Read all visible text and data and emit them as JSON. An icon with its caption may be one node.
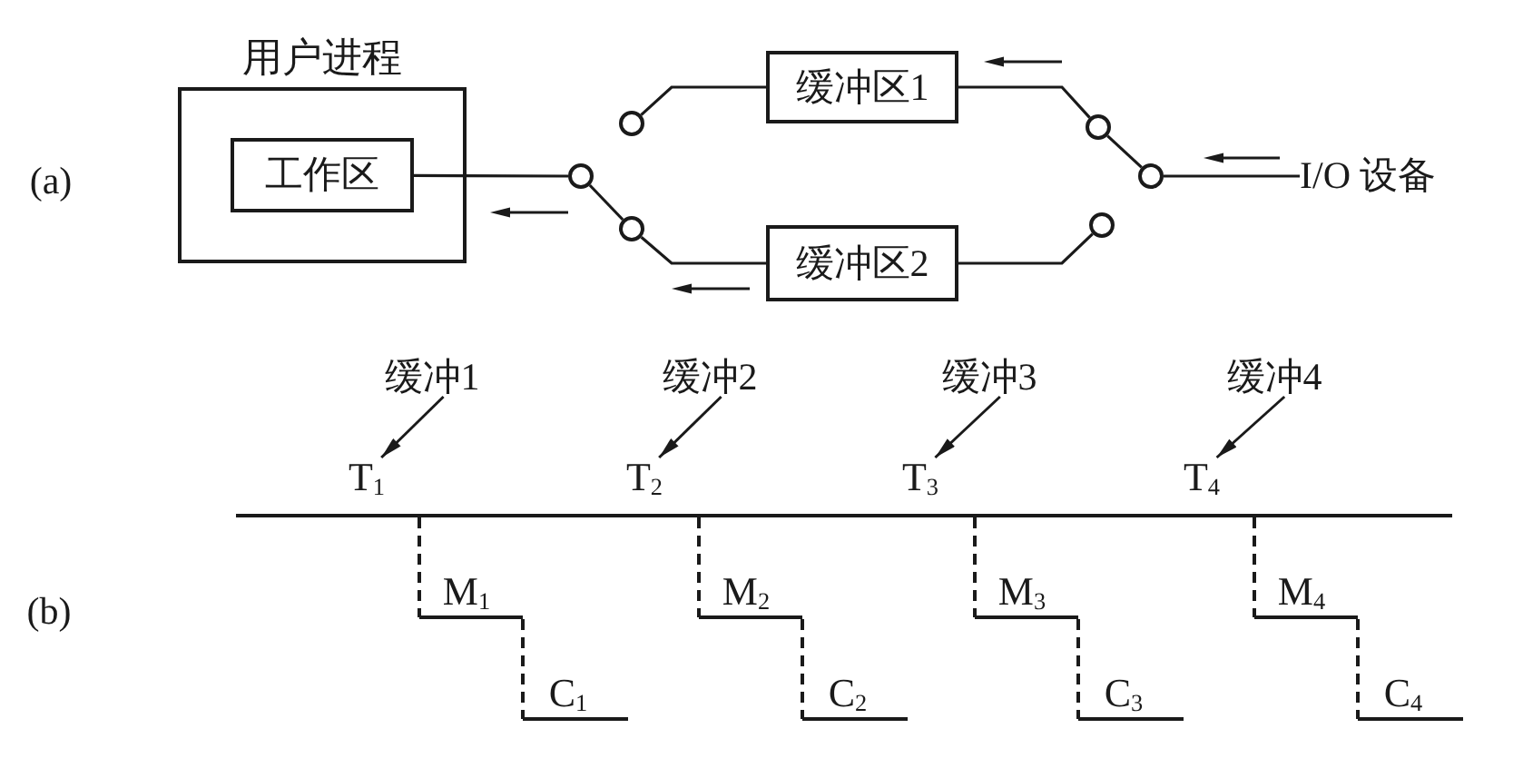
{
  "diagram": {
    "nodes": [
      {
        "text": [
          "用户进程"
        ]
      },
      {
        "text": [
          "工作区"
        ],
        "in": 0
      },
      {
        "text": [],
        "shape": "circle"
      },
      {
        "text": [],
        "shape": "circle"
      },
      {
        "text": [],
        "shape": "circle"
      },
      {
        "text": [
          "缓冲区1"
        ]
      },
      {
        "text": [
          "缓冲区2"
        ]
      },
      {
        "text": [],
        "shape": "circle"
      },
      {
        "text": [],
        "shape": "circle"
      },
      {
        "text": [],
        "shape": "circle"
      },
      {
        "text": [
          "I/O 设备"
        ]
      },
      {
        "text": [
          "缓冲1"
        ]
      },
      {
        "text": [
          "T$_{1}$"
        ]
      },
      {
        "text": [
          "缓冲2"
        ]
      },
      {
        "text": [
          "T$_{2}$"
        ]
      },
      {
        "text": [
          "缓冲3"
        ]
      },
      {
        "text": [
          "T$_{3}$"
        ]
      },
      {
        "text": [
          "缓冲4"
        ]
      },
      {
        "text": [
          "T$_{4}$"
        ]
      }
    ],
    "edges": [
      {
        "from": 1,
        "to": 2,
        "arrow": "none"
      },
      {
        "from": 2,
        "to": 4,
        "arrow": "none"
      },
      {
        "from": 3,
        "to": 5,
        "arrow": "none"
      },
      {
        "from": 4,
        "to": 6,
        "arrow": "none"
      },
      {
        "from": 5,
        "to": 7,
        "arrow": "none"
      },
      {
        "from": 7,
        "to": 9,
        "arrow": "none"
      },
      {
        "from": 6,
        "to": 8,
        "arrow": "none"
      },
      {
        "from": 9,
        "to": 10,
        "arrow": "none"
      },
      {
        "from": 11,
        "to": 12,
        "arrow": "to"
      },
      {
        "from": 13,
        "to": 14,
        "arrow": "to"
      },
      {
        "from": 15,
        "to": 16,
        "arrow": "to"
      },
      {
        "from": 17,
        "to": 18,
        "arrow": "to"
      }
    ],
    "labels": [
      "(a)",
      "(b)",
      "M$_{1}$",
      "M$_{2}$",
      "M$_{3}$",
      "M$_{4}$",
      "C$_{1}$",
      "C$_{2}$",
      "C$_{3}$",
      "C$_{4}$"
    ]
  }
}
